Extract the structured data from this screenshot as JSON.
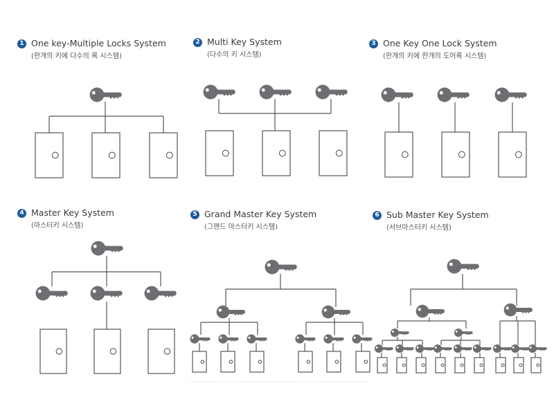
{
  "panels": [
    {
      "num": "1",
      "title": "One key-Multiple Locks System",
      "subtitle": "(한개의 키에 다수의 록 시스템)"
    },
    {
      "num": "2",
      "title": "Multi Key System",
      "subtitle": "(다수의 키 시스템)"
    },
    {
      "num": "3",
      "title": "One Key One Lock System",
      "subtitle": "(한개의 키에 한개의 도어록 시스템)"
    },
    {
      "num": "4",
      "title": "Master Key System",
      "subtitle": "(마스터키 시스템)"
    },
    {
      "num": "5",
      "title": "Grand Master Key System",
      "subtitle": "(그랜드 마스터키 시스템)"
    },
    {
      "num": "6",
      "title": "Sub Master Key System",
      "subtitle": "(서브마스터키 시스템)"
    }
  ],
  "colors": {
    "accent": "#1d5a9c",
    "key": "#6d6e71",
    "line": "#555555",
    "door": "#555555"
  },
  "icons": {
    "key": "key-icon",
    "door": "door-icon",
    "badge": "number-badge"
  }
}
